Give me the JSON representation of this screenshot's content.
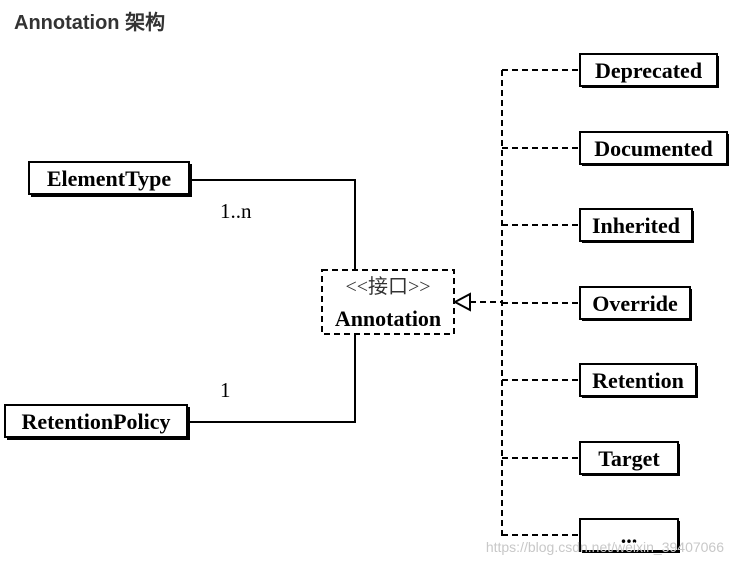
{
  "title": "Annotation 架构",
  "interface": {
    "stereotype": "<<接口>>",
    "name": "Annotation"
  },
  "left_classes": [
    {
      "name": "ElementType",
      "multiplicity": "1..n"
    },
    {
      "name": "RetentionPolicy",
      "multiplicity": "1"
    }
  ],
  "implementations": [
    "Deprecated",
    "Documented",
    "Inherited",
    "Override",
    "Retention",
    "Target",
    "..."
  ],
  "watermark": "https://blog.csdn.net/weixin_39407066"
}
